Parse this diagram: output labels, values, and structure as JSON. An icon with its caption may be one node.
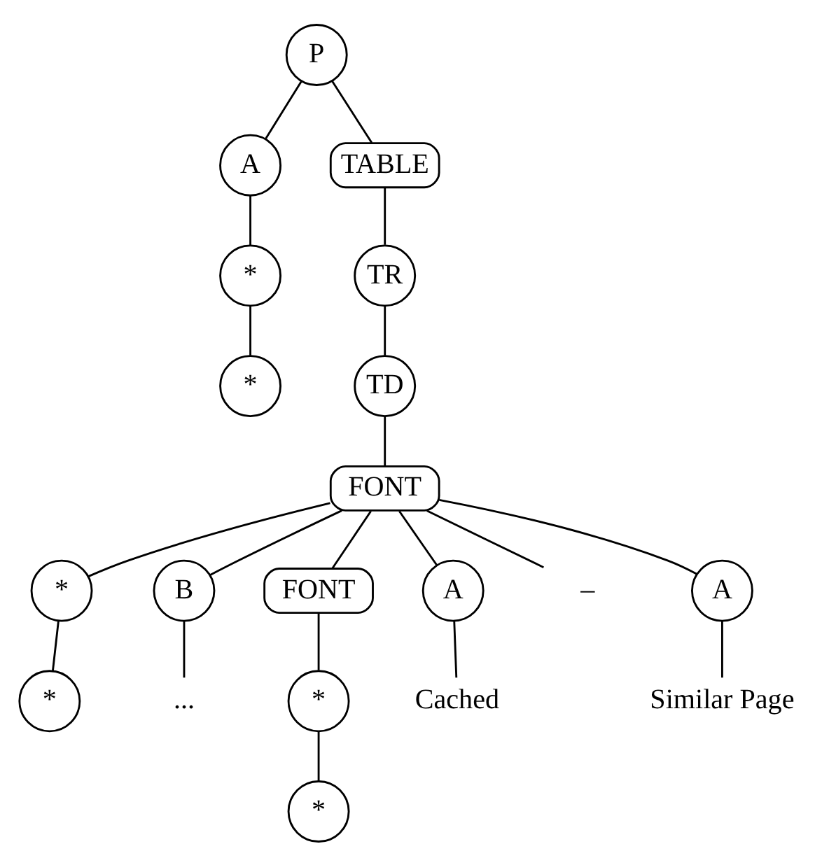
{
  "diagram": {
    "nodes": [
      {
        "text": [
          "P"
        ]
      },
      {
        "text": [
          "A"
        ]
      },
      {
        "text": [
          "TABLE"
        ]
      },
      {
        "text": [
          "*"
        ]
      },
      {
        "text": [
          "TR"
        ]
      },
      {
        "text": [
          "*"
        ]
      },
      {
        "text": [
          "TD"
        ]
      },
      {
        "text": [
          "FONT"
        ]
      },
      {
        "text": [
          "*"
        ]
      },
      {
        "text": [
          "B"
        ]
      },
      {
        "text": [
          "FONT"
        ]
      },
      {
        "text": [
          "A"
        ]
      },
      {
        "text": [
          "–"
        ]
      },
      {
        "text": [
          "A"
        ]
      },
      {
        "text": [
          "*"
        ]
      },
      {
        "text": [
          "..."
        ]
      },
      {
        "text": [
          "*"
        ]
      },
      {
        "text": [
          "Cached"
        ]
      },
      {
        "text": [
          "Similar Page"
        ]
      },
      {
        "text": [
          "*"
        ]
      }
    ],
    "edges": [
      {
        "from": 0,
        "to": 1,
        "arrow": "none"
      },
      {
        "from": 0,
        "to": 2,
        "arrow": "none"
      },
      {
        "from": 1,
        "to": 3,
        "arrow": "none"
      },
      {
        "from": 3,
        "to": 5,
        "arrow": "none"
      },
      {
        "from": 2,
        "to": 4,
        "arrow": "none"
      },
      {
        "from": 4,
        "to": 6,
        "arrow": "none"
      },
      {
        "from": 6,
        "to": 7,
        "arrow": "none"
      },
      {
        "from": 7,
        "to": 8,
        "arrow": "none"
      },
      {
        "from": 7,
        "to": 9,
        "arrow": "none"
      },
      {
        "from": 7,
        "to": 10,
        "arrow": "none"
      },
      {
        "from": 7,
        "to": 11,
        "arrow": "none"
      },
      {
        "from": 7,
        "to": 12,
        "arrow": "none"
      },
      {
        "from": 7,
        "to": 13,
        "arrow": "none"
      },
      {
        "from": 8,
        "to": 14,
        "arrow": "none"
      },
      {
        "from": 9,
        "to": 15,
        "arrow": "none"
      },
      {
        "from": 10,
        "to": 16,
        "arrow": "none"
      },
      {
        "from": 11,
        "to": 17,
        "arrow": "none"
      },
      {
        "from": 13,
        "to": 18,
        "arrow": "none"
      },
      {
        "from": 16,
        "to": 19,
        "arrow": "none"
      }
    ]
  }
}
